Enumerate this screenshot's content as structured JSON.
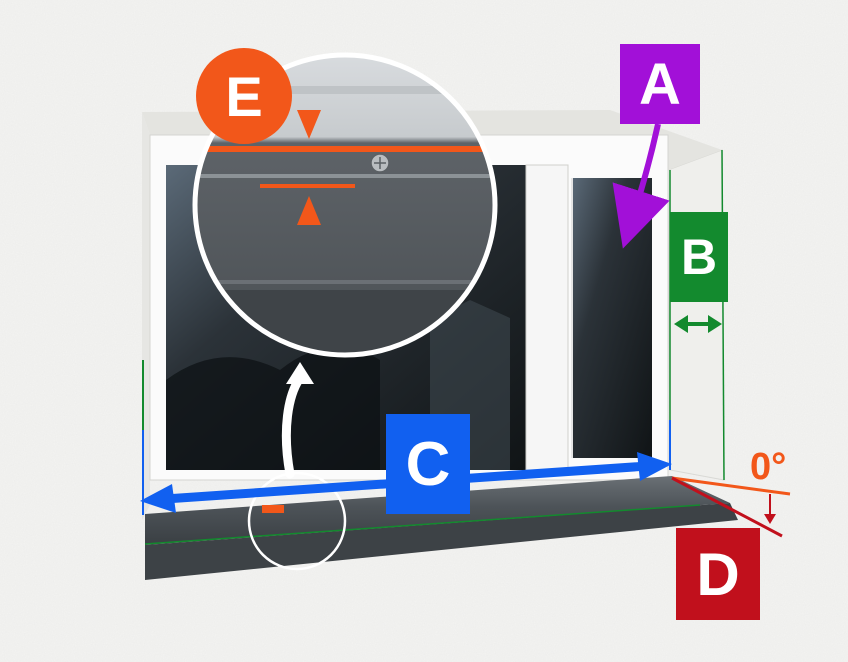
{
  "labels": {
    "a": "A",
    "b": "B",
    "c": "C",
    "d": "D",
    "e": "E"
  },
  "angle_label": "0°",
  "colors": {
    "a": "#a210d8",
    "b": "#138a2e",
    "c": "#1160f0",
    "d": "#c1101c",
    "e": "#f2571a",
    "wall": "#f4f4f2",
    "frame": "#fbfbfb",
    "sill": "#4d5358",
    "glass": "#1c2226"
  }
}
